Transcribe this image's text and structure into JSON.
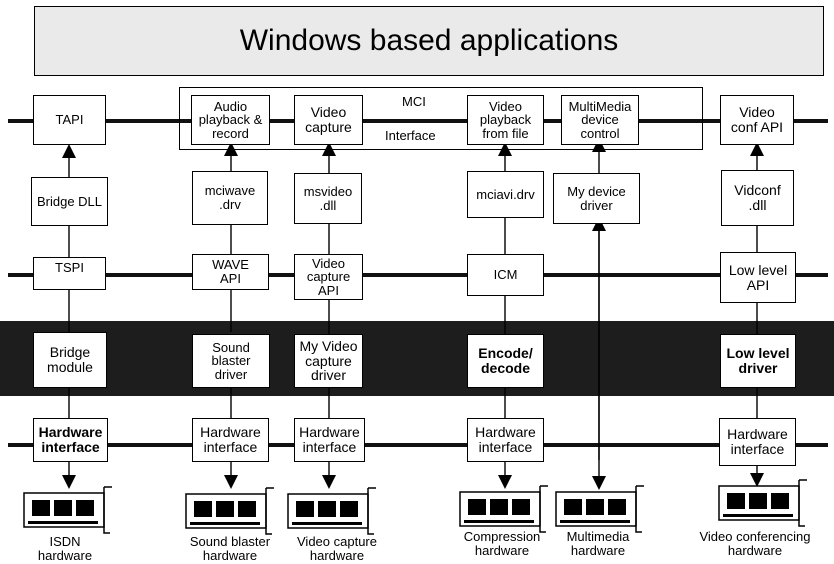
{
  "title": "Windows based applications",
  "mci": {
    "label_top": "MCI",
    "label_bottom": "Interface"
  },
  "row1": {
    "tapi": "TAPI",
    "audio": "Audio\nplayback &\nrecord",
    "video_capture": "Video\ncapture",
    "video_playback": "Video\nplayback\nfrom  file",
    "multimedia_control": "MultiMedia\ndevice\ncontrol",
    "video_conf_api": "Video\nconf API"
  },
  "row2": {
    "bridge_dll": "Bridge DLL",
    "mciwave": "mciwave\n.drv",
    "msvideo": "msvideo\n.dll",
    "mciavi": "mciavi.drv",
    "my_device_driver": "My device\ndriver",
    "vidconf": "Vidconf\n.dll"
  },
  "row3": {
    "tspi": "TSPI",
    "wave_api": "WAVE\nAPI",
    "video_capture_api": "Video\ncapture\nAPI",
    "icm": "ICM",
    "low_level_api": "Low level\nAPI"
  },
  "row4": {
    "bridge_module": "Bridge\nmodule",
    "sound_blaster_driver": "Sound\nblaster\ndriver",
    "my_video_capture_driver": "My Video\ncapture\ndriver",
    "encode_decode": "Encode/\ndecode",
    "low_level_driver": "Low level\ndriver"
  },
  "row5": {
    "hw1": "Hardware\ninterface",
    "hw2": "Hardware\ninterface",
    "hw3": "Hardware\ninterface",
    "hw4": "Hardware\ninterface",
    "hw5": "Hardware\ninterface"
  },
  "hardware": {
    "isdn": "ISDN\nhardware",
    "sound_blaster": "Sound blaster\nhardware",
    "video_capture": "Video capture\nhardware",
    "compression": "Compression\nhardware",
    "multimedia": "Multimedia\nhardware",
    "video_conferencing": "Video conferencing\nhardware"
  }
}
